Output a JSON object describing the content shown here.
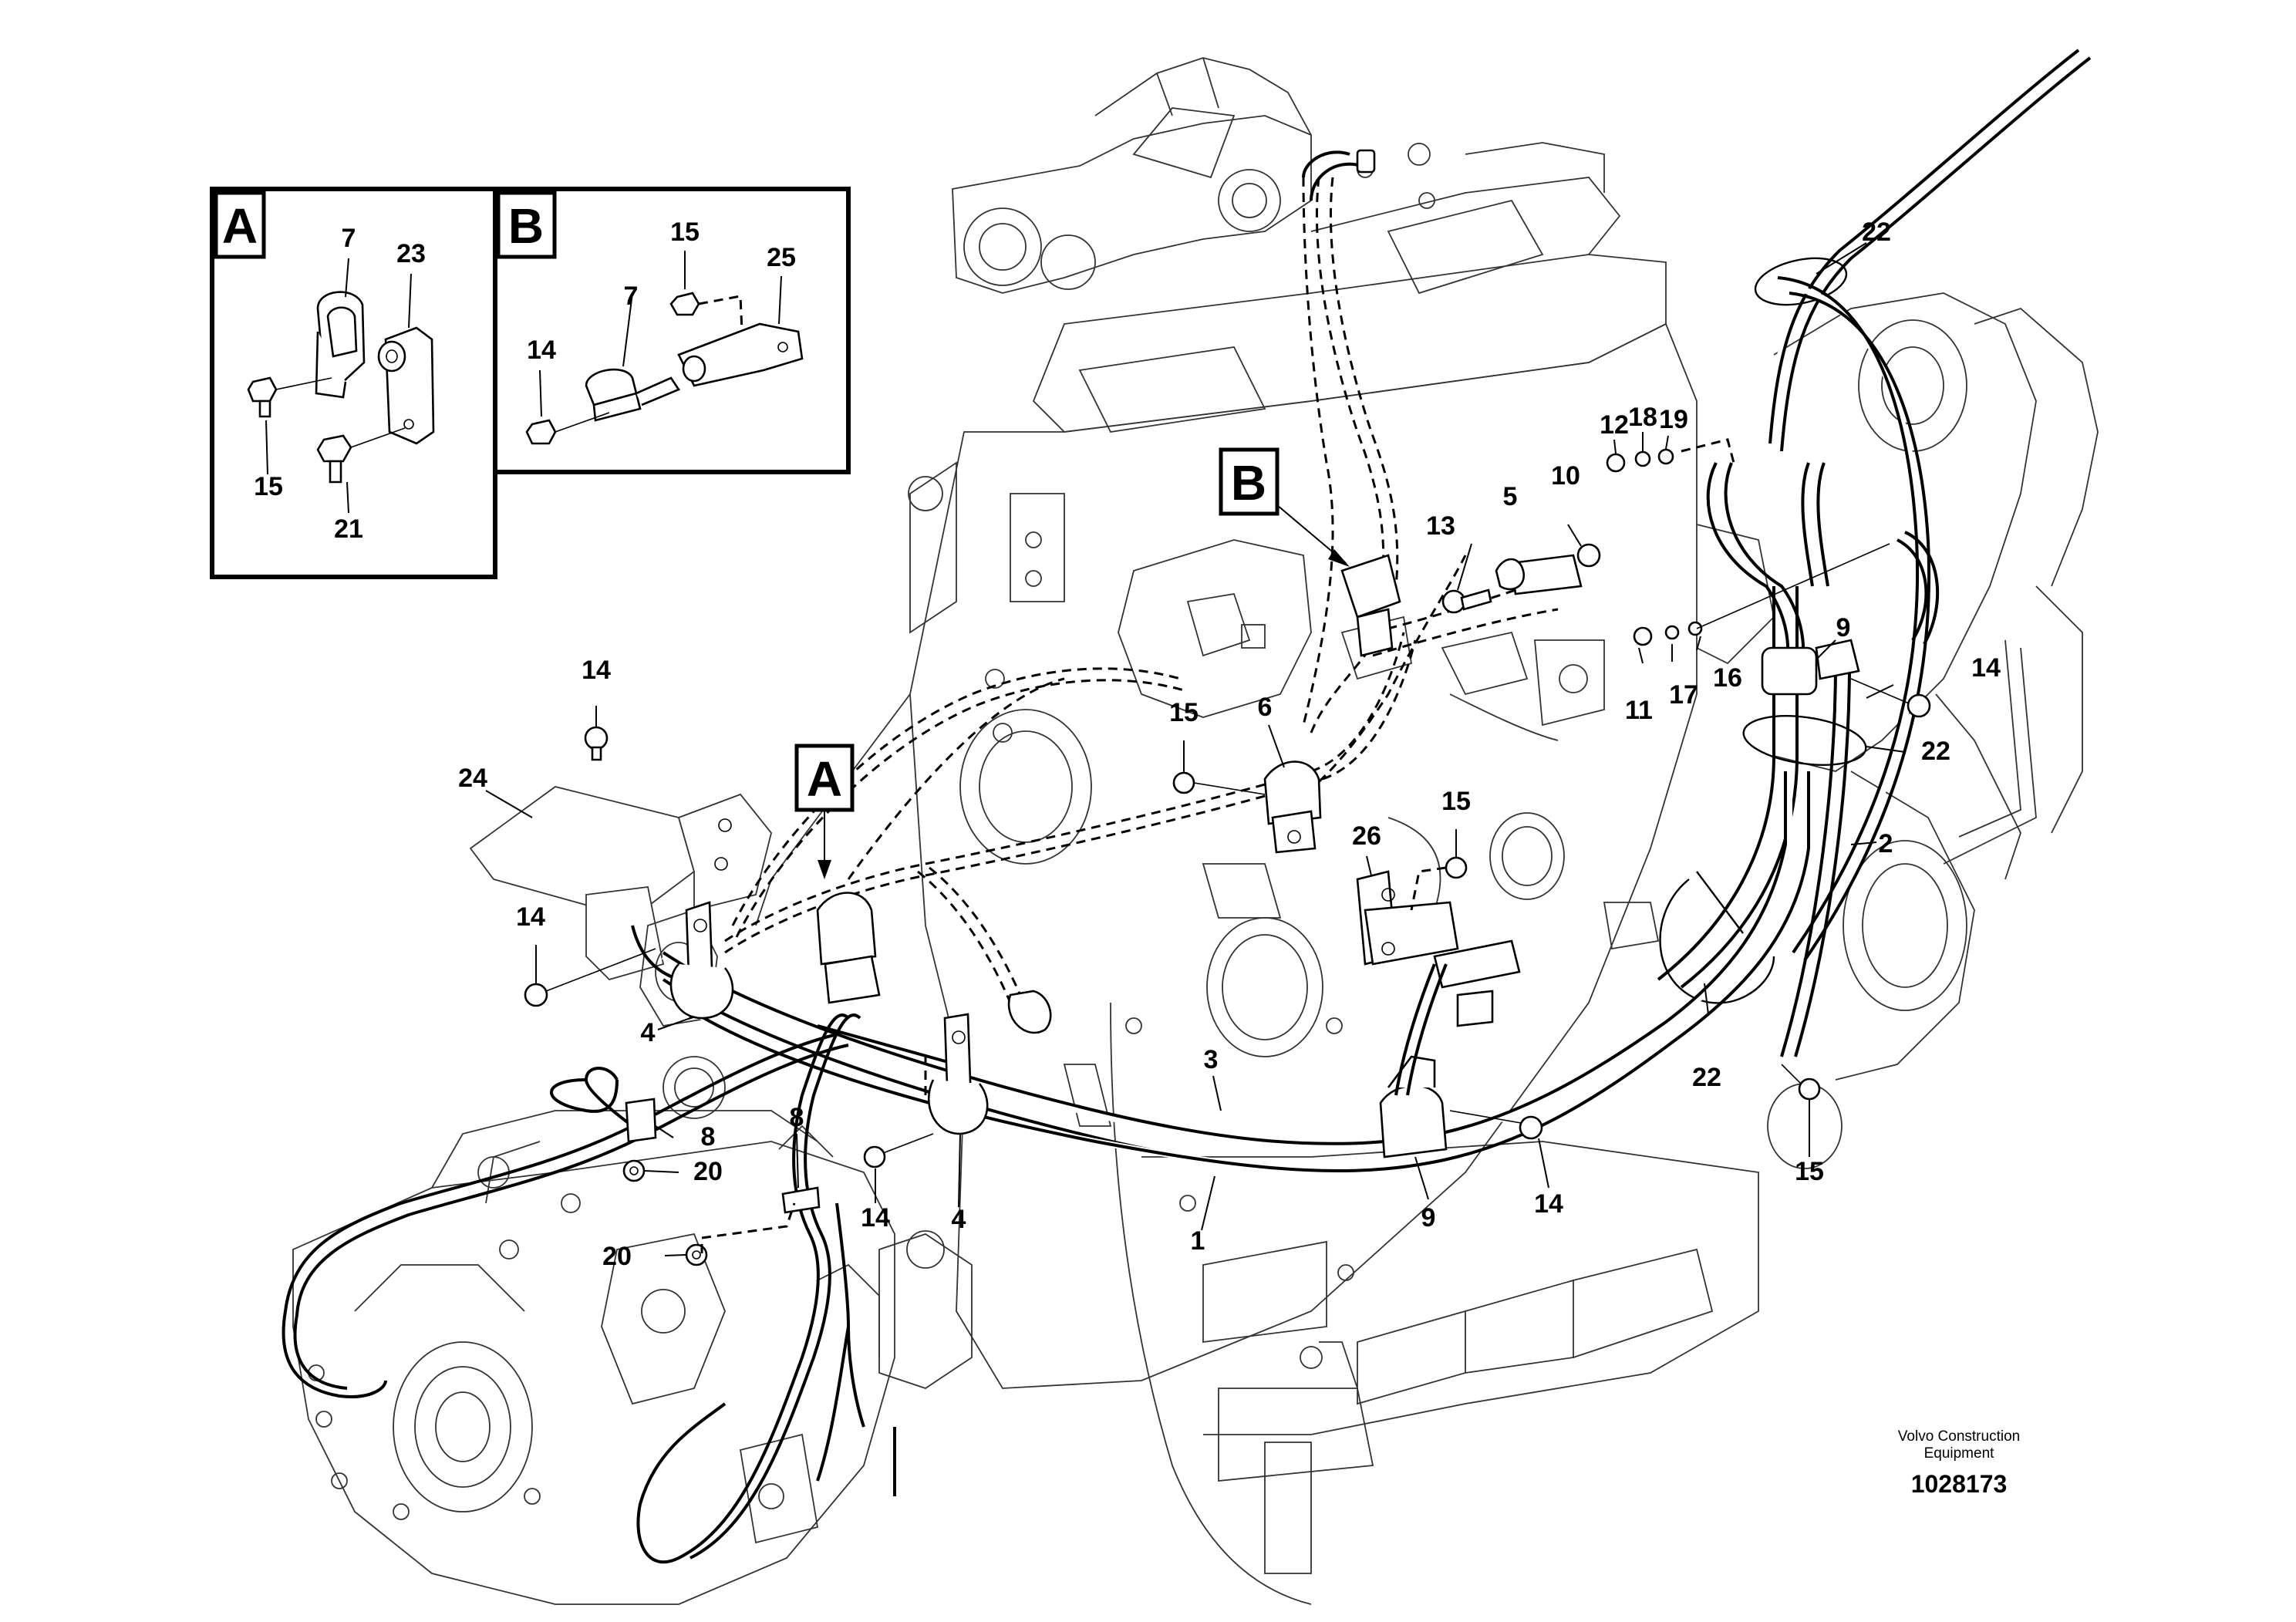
{
  "inset_a": {
    "letter": "A",
    "labels": [
      "7",
      "23",
      "15",
      "21"
    ]
  },
  "inset_b": {
    "letter": "B",
    "labels": [
      "15",
      "25",
      "7",
      "14"
    ]
  },
  "callouts": {
    "A": "A",
    "B": "B"
  },
  "labels": {
    "l22a": "22",
    "l12": "12",
    "l18": "18",
    "l19": "19",
    "l10": "10",
    "l5": "5",
    "l13": "13",
    "l9a": "9",
    "l14a": "14",
    "l11": "11",
    "l17": "17",
    "l16": "16",
    "l22b": "22",
    "l14b": "14",
    "l24": "24",
    "l15a": "15",
    "l6": "6",
    "l15b": "15",
    "l26": "26",
    "l2": "2",
    "l14c": "14",
    "l4a": "4",
    "l3": "3",
    "l22c": "22",
    "l8a": "8",
    "l8b": "8",
    "l20a": "20",
    "l14d": "14",
    "l4b": "4",
    "l15c": "15",
    "l20b": "20",
    "l1": "1",
    "l9b": "9",
    "l14e": "14"
  },
  "credit": {
    "line1": "Volvo Construction",
    "line2": "Equipment",
    "part_number": "1028173"
  }
}
